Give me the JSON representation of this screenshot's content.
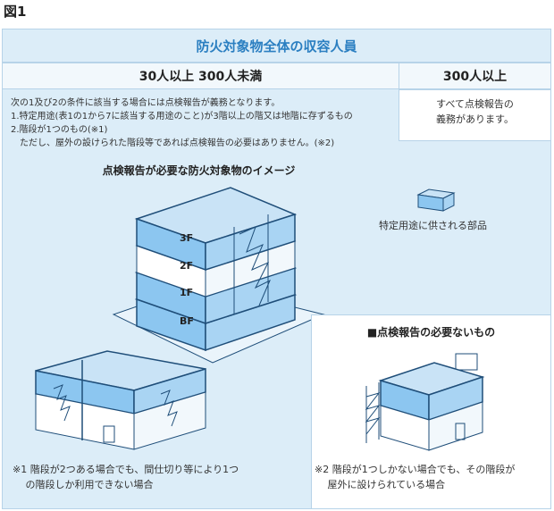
{
  "figure_label": "図1",
  "title": "防火対象物全体の収容人員",
  "headers": {
    "left": "30人以上 300人未満",
    "right": "300人以上"
  },
  "right_cell": {
    "line1": "すべて点検報告の",
    "line2": "義務があります。"
  },
  "conditions": [
    "次の1及び2の条件に該当する場合には点検報告が義務となります。",
    "1.特定用途(表1の1から7に該当する用途のこと)が3階以上の階又は地階に存ずるもの",
    "2.階段が1つのもの(※1)",
    "　ただし、屋外の設けられた階段等であれば点検報告の必要はありません。(※2)"
  ],
  "image_caption": "点検報告が必要な防火対象物のイメージ",
  "legend_label": "特定用途に供される部品",
  "floors": [
    "3F",
    "2F",
    "1F",
    "BF"
  ],
  "inset_title": "■点検報告の必要ないもの",
  "note1": {
    "line1": "※1 階段が2つある場合でも、間仕切り等により1つ",
    "line2": "　 の階段しか利用できない場合"
  },
  "note2": {
    "line1": "※2 階段が1つしかない場合でも、その階段が",
    "line2": "　 屋外に設けられている場合"
  },
  "colors": {
    "panel_bg": "#dcedf8",
    "title_text": "#2b7fc1",
    "building_line": "#1f4e79",
    "highlight_fill": "#8cc6f0"
  }
}
